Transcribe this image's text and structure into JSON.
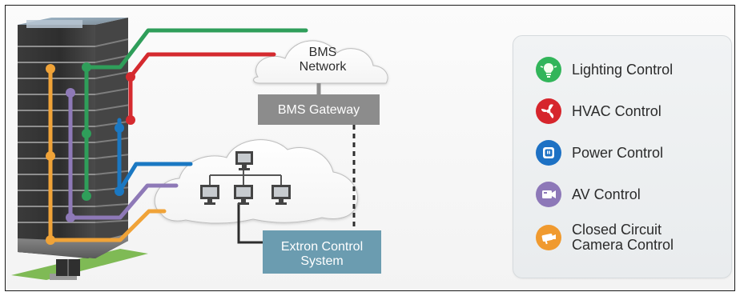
{
  "diagram": {
    "nodes": {
      "bms_network": {
        "label_line1": "BMS",
        "label_line2": "Network"
      },
      "bms_gateway": {
        "label": "BMS Gateway"
      },
      "extron_control_system": {
        "label_line1": "Extron Control",
        "label_line2": "System"
      }
    },
    "colors": {
      "green": "#2f9e5a",
      "red": "#d52a2f",
      "blue": "#1b78c2",
      "purple": "#8e79b7",
      "orange": "#f0a338",
      "gray_box": "#8c8c8c",
      "extron_box": "#6b9cb0"
    },
    "legend": [
      {
        "label": "Lighting Control",
        "icon": "lightbulb-icon",
        "color": "#32b55a"
      },
      {
        "label": "HVAC Control",
        "icon": "fan-icon",
        "color": "#d6252c"
      },
      {
        "label": "Power Control",
        "icon": "power-outlet-icon",
        "color": "#1d71c4"
      },
      {
        "label": "AV Control",
        "icon": "video-camera-icon",
        "color": "#8d78b8"
      },
      {
        "label_line1": "Closed Circuit",
        "label_line2": "Camera Control",
        "icon": "security-camera-icon",
        "color": "#f09a2f"
      }
    ]
  }
}
